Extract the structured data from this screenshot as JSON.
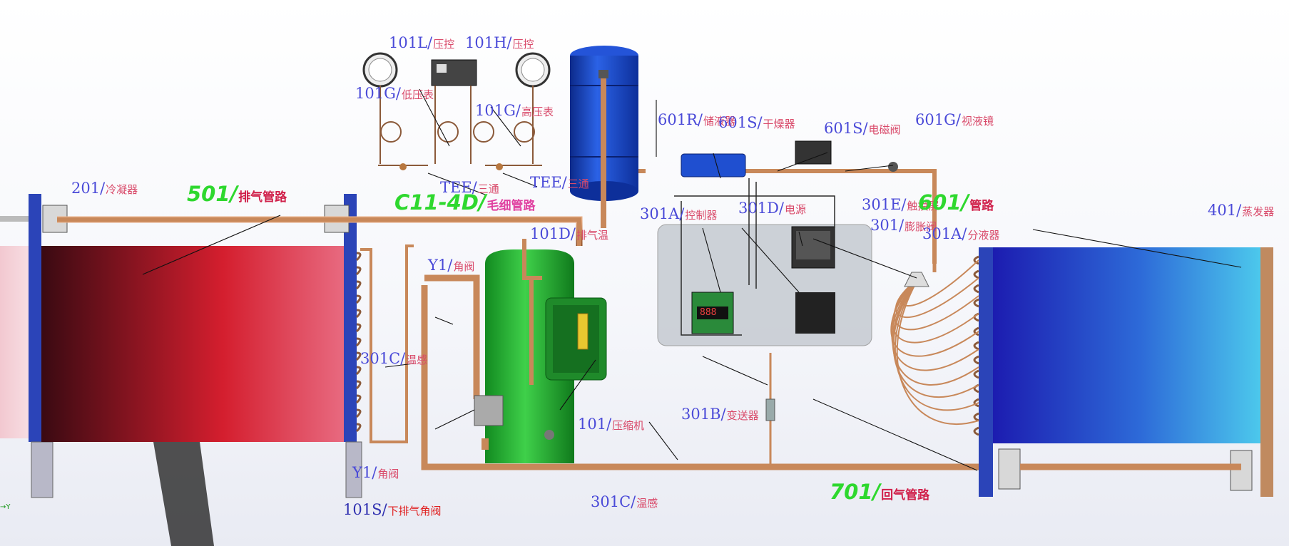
{
  "labels": {
    "condenser": {
      "code": "201/",
      "cn": "冷凝器"
    },
    "discharge_line": {
      "code": "501/",
      "cn": "排气管路"
    },
    "cap_tube": {
      "code": "C11-4D/",
      "cn": "毛细管路"
    },
    "low_pc": {
      "code": "101L/",
      "cn": "压控"
    },
    "high_pc": {
      "code": "101H/",
      "cn": "压控"
    },
    "low_gauge": {
      "code": "101G/",
      "cn": "低压表"
    },
    "high_gauge": {
      "code": "101G/",
      "cn": "高压表"
    },
    "tee1": {
      "code": "TEE/",
      "cn": "三通"
    },
    "tee2": {
      "code": "TEE/",
      "cn": "三通"
    },
    "receiver": {
      "code": "601R/",
      "cn": "储液器"
    },
    "dryer": {
      "code": "601S/",
      "cn": "干燥器"
    },
    "solenoid": {
      "code": "601S/",
      "cn": "电磁阀"
    },
    "sight_glass": {
      "code": "601G/",
      "cn": "视液镜"
    },
    "liquid_line": {
      "code": "601/",
      "cn": "管路"
    },
    "contactor": {
      "code": "301E/",
      "cn": "触摸屏"
    },
    "expansion": {
      "code": "301/",
      "cn": "膨胀阀"
    },
    "distributor": {
      "code": "301A/",
      "cn": "分液器"
    },
    "evaporator": {
      "code": "401/",
      "cn": "蒸发器"
    },
    "controller": {
      "code": "301A/",
      "cn": "控制器"
    },
    "power": {
      "code": "301D/",
      "cn": "电源"
    },
    "discharge_temp": {
      "code": "101D/",
      "cn": "排气温"
    },
    "y1_top": {
      "code": "Y1/",
      "cn": "角阀"
    },
    "y1_bottom": {
      "code": "Y1/",
      "cn": "角阀"
    },
    "sensor_left": {
      "code": "301C/",
      "cn": "温感"
    },
    "compressor": {
      "code": "101/",
      "cn": "压缩机"
    },
    "transmitter": {
      "code": "301B/",
      "cn": "变送器"
    },
    "sensor_bottom": {
      "code": "301C/",
      "cn": "温感"
    },
    "valve_101s": {
      "code": "101S/",
      "cn": "下排气角阀"
    },
    "suction_line": {
      "code": "701/",
      "cn": "回气管路"
    }
  },
  "display": {
    "readout": "888"
  },
  "axis": {
    "label": "Y"
  },
  "colors": {
    "condenser_dark": "#3a0a12",
    "condenser_red": "#d41e2e",
    "evaporator_dark": "#1c1cb0",
    "evaporator_light": "#4cc8ec",
    "copper": "#c8885a",
    "compressor_green": "#2fbf3a",
    "receiver_blue": "#1f4fd0",
    "frame_blue": "#2b44b8",
    "label_blue": "#4a4ad8",
    "label_red": "#d94a6a",
    "label_green": "#2ed82e"
  }
}
